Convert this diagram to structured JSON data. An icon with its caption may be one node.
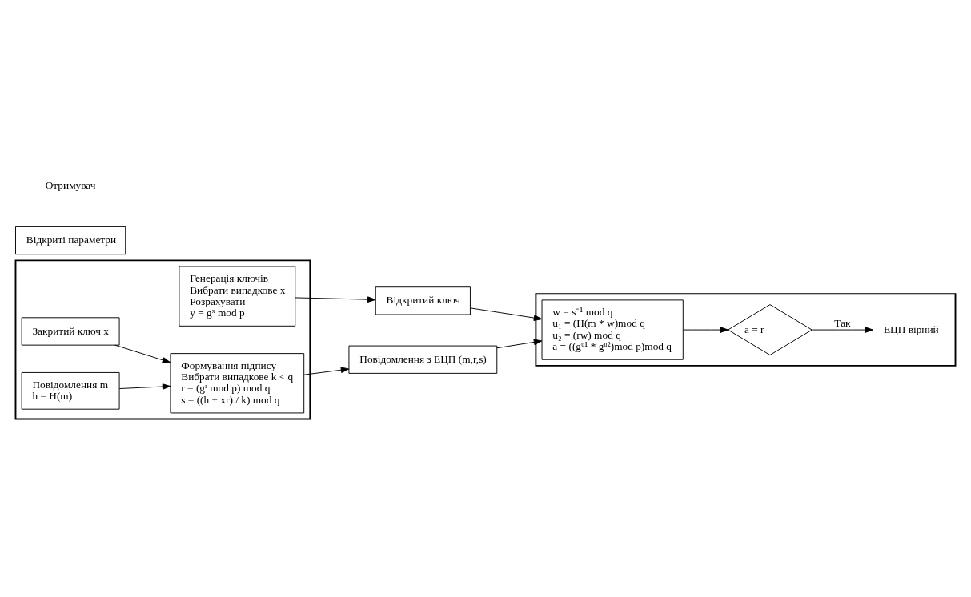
{
  "diagram": {
    "nodes": [
      {
        "text": [],
        "shape": "box"
      },
      {
        "text": [
          "Генерація ключів",
          "Вибрати випадкове x",
          "Розрахувати",
          "y = gˣ mod p"
        ],
        "in": 0
      },
      {
        "text": [
          "Закритий ключ x"
        ],
        "in": 0
      },
      {
        "text": [
          "Повідомлення m",
          "h = H(m)"
        ],
        "in": 0
      },
      {
        "text": [
          "Формування підпису",
          "Вибрати випадкове k < q",
          "r = (gʳ mod p) mod q",
          "s = ((h + xr) / k) mod q"
        ],
        "in": 0
      },
      {
        "text": [
          "Відкриті параметри"
        ]
      },
      {
        "text": [
          "Відкритий ключ"
        ]
      },
      {
        "text": [
          "Повідомлення з ЕЦП (m,r,s)"
        ]
      },
      {
        "text": [],
        "shape": "box"
      },
      {
        "text": [
          "w = s⁻¹ mod q",
          "u₁ = (H(m * w)mod q",
          "u₂ = (rw) mod q",
          "a = ((gᵘ¹ * gᵘ²)mod p)mod q"
        ],
        "in": 8
      },
      {
        "text": [
          "a = r"
        ],
        "in": 8
      },
      {
        "text": [
          "ЕЦП вірний"
        ],
        "in": 8
      }
    ],
    "edges": [
      {
        "from": 1,
        "to": 6,
        "arrow": "to"
      },
      {
        "from": 6,
        "to": 9,
        "arrow": "to"
      },
      {
        "from": 2,
        "to": 4,
        "arrow": "to"
      },
      {
        "from": 3,
        "to": 4,
        "arrow": "to"
      },
      {
        "from": 4,
        "to": 7,
        "arrow": "to"
      },
      {
        "from": 7,
        "to": 9,
        "arrow": "to"
      },
      {
        "from": 9,
        "to": 10,
        "arrow": "to"
      },
      {
        "from": 10,
        "to": 11,
        "label": "Так",
        "arrow": "to"
      }
    ],
    "labels": [
      "Отримувач"
    ]
  }
}
